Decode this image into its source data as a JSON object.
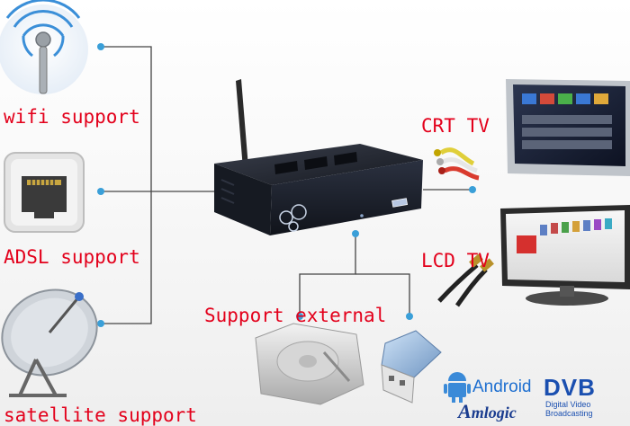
{
  "labels": {
    "wifi": "wifi support",
    "adsl": "ADSL support",
    "satellite": "satellite support",
    "crt": "CRT TV",
    "lcd": "LCD TV",
    "external": "Support external"
  },
  "logos": {
    "android": "Android",
    "amlogic": "mlogic",
    "amlogic_initial": "A",
    "dvb": "DVB",
    "dvb_line1": "Digital Video",
    "dvb_line2": "Broadcasting"
  },
  "colors": {
    "label": "#e3001b",
    "connector": "#3a9fd8",
    "device": "#1b1f2a",
    "antenna": "#2a2a2a"
  }
}
